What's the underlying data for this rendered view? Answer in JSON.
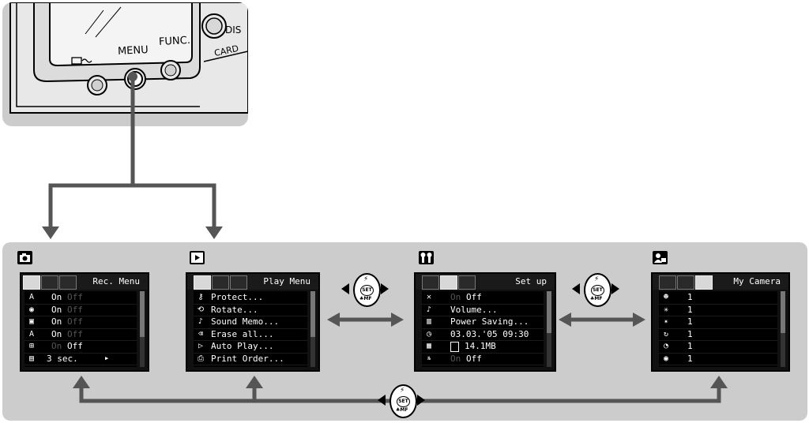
{
  "camera": {
    "labels": {
      "menu": "MENU",
      "func": "FUNC.",
      "disp": "DIS",
      "card": "CARD"
    }
  },
  "sections": {
    "rec": {
      "icon": "camera-icon"
    },
    "play": {
      "icon": "play-icon"
    },
    "setup": {
      "icon": "wrench-icon"
    },
    "mycamera": {
      "icon": "my-camera-icon"
    }
  },
  "rec_menu": {
    "title": "Rec. Menu",
    "rows": [
      {
        "icon": "AiAF",
        "v1": "On",
        "v2": "Off"
      },
      {
        "icon": "eye",
        "v1": "On",
        "v2": "Off"
      },
      {
        "icon": "review",
        "v1": "On",
        "v2": "Off"
      },
      {
        "icon": "AF",
        "v1": "On",
        "v2": "Off"
      },
      {
        "icon": "grid",
        "v1": "On",
        "v2": "Off"
      },
      {
        "icon": "display",
        "v1": "3 sec.",
        "v2": ""
      }
    ]
  },
  "play_menu": {
    "title": "Play Menu",
    "rows": [
      {
        "icon": "key",
        "label": "Protect..."
      },
      {
        "icon": "rotate",
        "label": "Rotate..."
      },
      {
        "icon": "mic",
        "label": "Sound Memo..."
      },
      {
        "icon": "erase",
        "label": "Erase all..."
      },
      {
        "icon": "autoplay",
        "label": "Auto Play..."
      },
      {
        "icon": "print",
        "label": "Print Order..."
      }
    ]
  },
  "setup_menu": {
    "title": "Set up",
    "rows": [
      {
        "icon": "mute",
        "v1": "On",
        "v2": "Off"
      },
      {
        "icon": "volume",
        "label": "Volume..."
      },
      {
        "icon": "power",
        "label": "Power Saving..."
      },
      {
        "icon": "clock",
        "label": "03.03.'05 09:30"
      },
      {
        "icon": "format",
        "label": "14.1MB"
      },
      {
        "icon": "fileno",
        "v1": "On",
        "v2": "Off"
      }
    ]
  },
  "mycamera_menu": {
    "title": "My Camera",
    "rows": [
      {
        "icon": "theme",
        "value": "1"
      },
      {
        "icon": "startup",
        "value": "1"
      },
      {
        "icon": "startsound",
        "value": "1"
      },
      {
        "icon": "opsound",
        "value": "1"
      },
      {
        "icon": "selftimer",
        "value": "1"
      },
      {
        "icon": "shutter",
        "value": "1"
      }
    ]
  },
  "dial": {
    "top": "⚡",
    "center": "SET",
    "bottom": "♣MF"
  }
}
